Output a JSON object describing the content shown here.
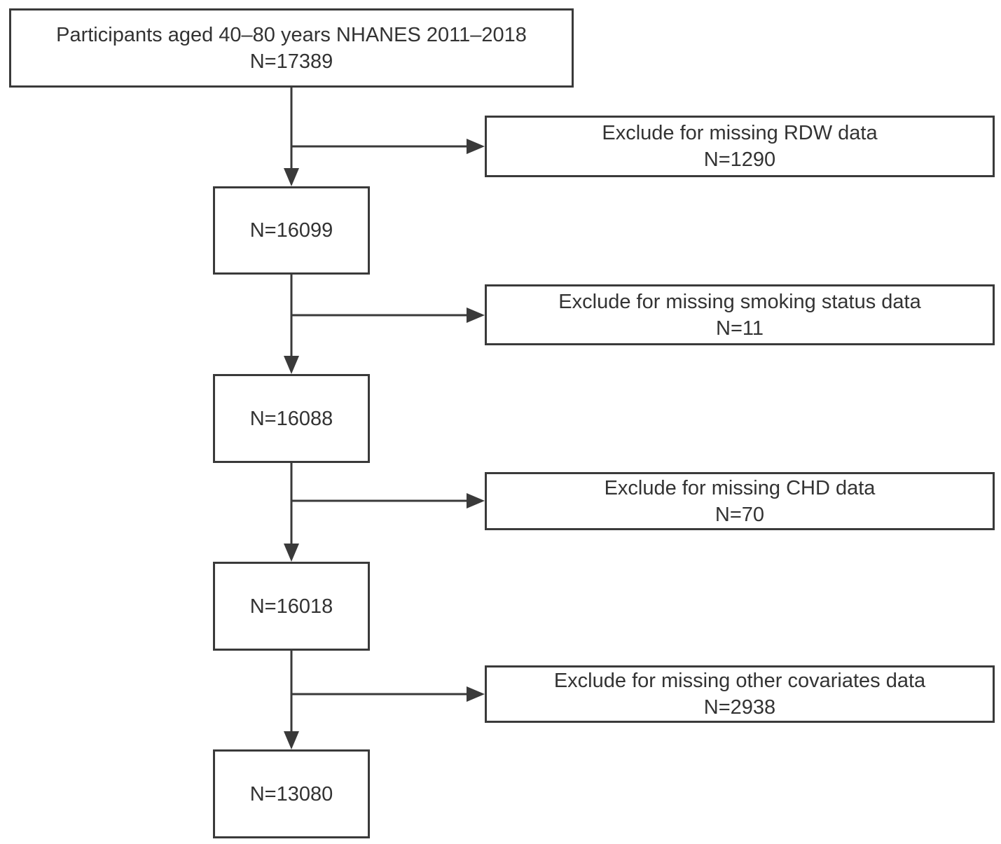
{
  "flowchart": {
    "start": {
      "title": "Participants aged 40–80 years NHANES 2011–2018",
      "count": "N=17389"
    },
    "steps": [
      {
        "exclusion_label": "Exclude for missing RDW data",
        "exclusion_count": "N=1290",
        "remaining": "N=16099"
      },
      {
        "exclusion_label": "Exclude for missing smoking status data",
        "exclusion_count": "N=11",
        "remaining": "N=16088"
      },
      {
        "exclusion_label": "Exclude for missing CHD data",
        "exclusion_count": "N=70",
        "remaining": "N=16018"
      },
      {
        "exclusion_label": "Exclude for missing other covariates data",
        "exclusion_count": "N=2938",
        "remaining": "N=13080"
      }
    ]
  },
  "colors": {
    "stroke": "#3a3a3a",
    "text": "#333333",
    "background": "#ffffff"
  }
}
